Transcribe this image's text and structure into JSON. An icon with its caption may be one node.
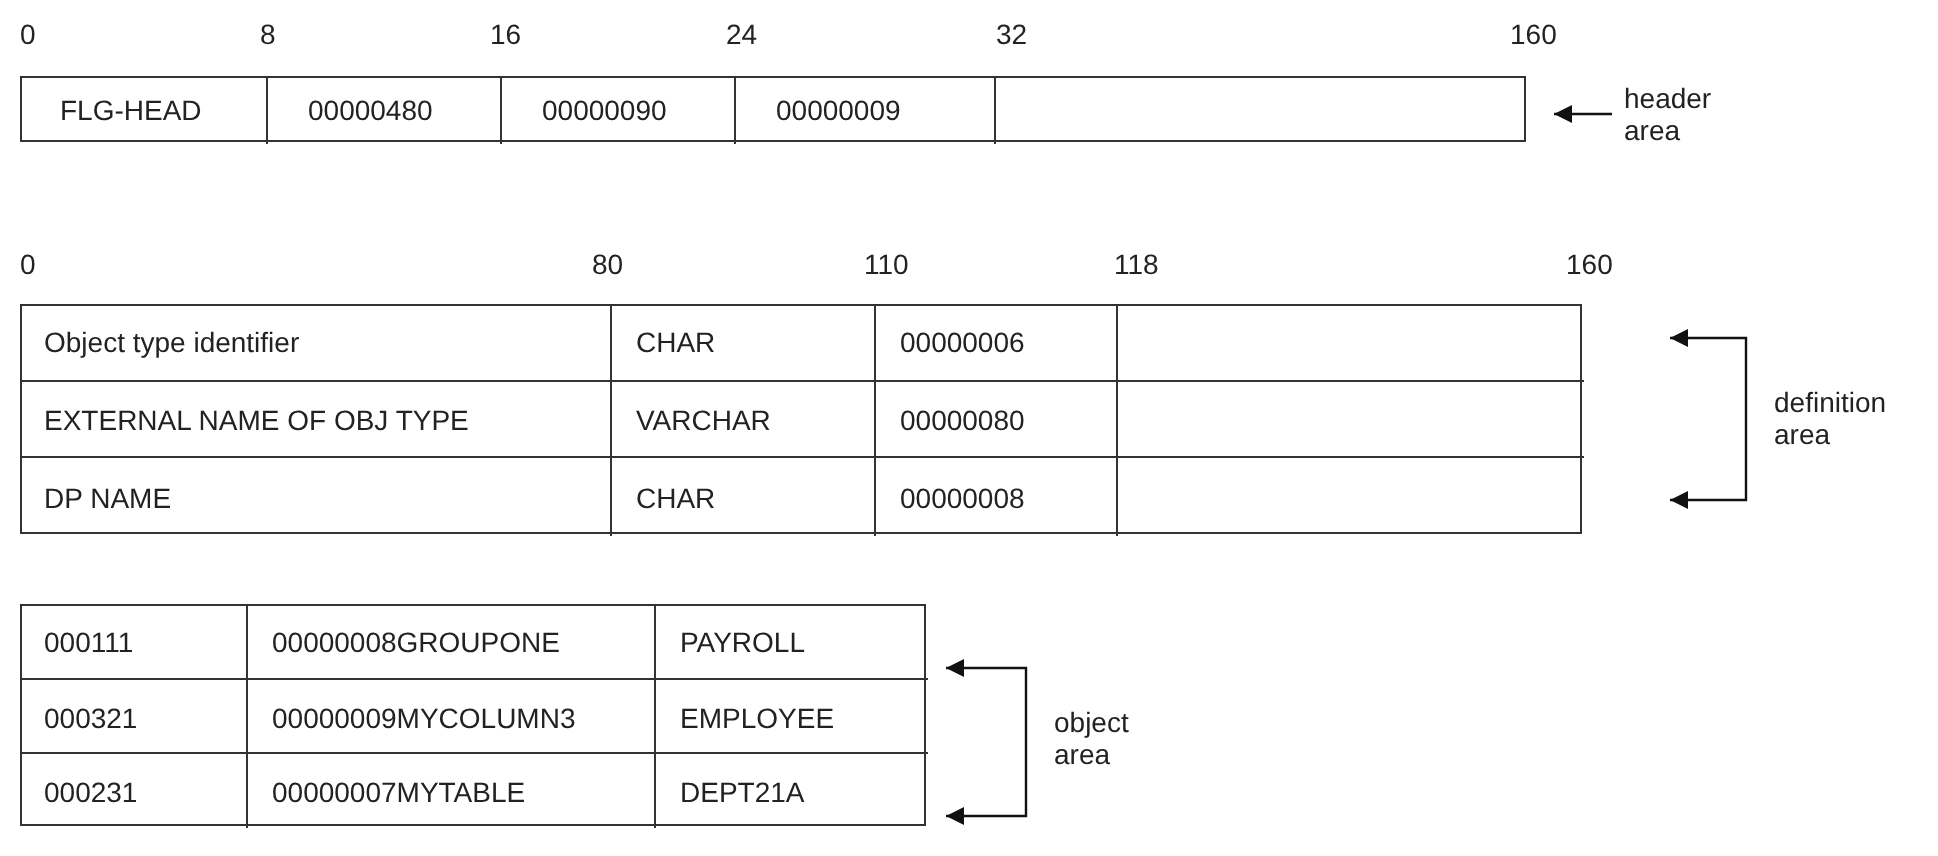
{
  "diagram": {
    "nodes": [
      {
        "text": [],
        "shape": "box"
      },
      {
        "text": [
          "header area"
        ]
      },
      {
        "text": [],
        "shape": "box"
      },
      {
        "text": [
          "definition area"
        ]
      },
      {
        "text": [],
        "shape": "box"
      },
      {
        "text": [
          "object area"
        ]
      }
    ],
    "edges": [
      {
        "from": 1,
        "to": 0,
        "arrow": "to"
      },
      {
        "from": 3,
        "to": 2,
        "arrow": "to"
      },
      {
        "from": 3,
        "to": 2,
        "arrow": "to"
      },
      {
        "from": 5,
        "to": 4,
        "arrow": "to"
      },
      {
        "from": 5,
        "to": 4,
        "arrow": "to"
      }
    ],
    "labels": [
      "0",
      "8",
      "16",
      "24",
      "32",
      "160",
      "FLG-HEAD",
      "00000480",
      "00000090",
      "00000009",
      "0",
      "80",
      "110",
      "118",
      "160",
      "Object type identifier",
      "CHAR",
      "00000006",
      "EXTERNAL NAME OF OBJ TYPE",
      "VARCHAR",
      "00000080",
      "DP NAME",
      "CHAR",
      "00000008",
      "000111",
      "00000008GROUPONE",
      "PAYROLL",
      "000321",
      "00000009MYCOLUMN3",
      "EMPLOYEE",
      "000231",
      "00000007MYTABLE",
      "DEPT21A"
    ]
  }
}
